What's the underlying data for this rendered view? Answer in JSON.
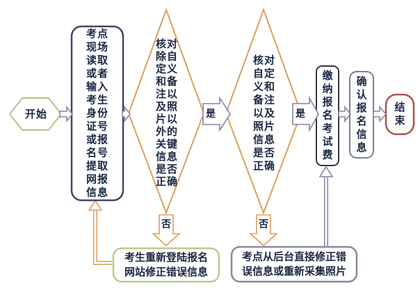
{
  "diagram": {
    "description": "Exam registration information confirmation flowchart",
    "nodes": {
      "start": {
        "label": "开始",
        "shape": "hexagon",
        "border_color": "#b9c48b"
      },
      "read_info": {
        "label": "考点现场读取或者输入考生身份证号或报名号提取网报信息",
        "shape": "rounded-rect",
        "border_color": "#4a4266"
      },
      "check_key": {
        "label": "核对除自定义和备注以及照片以外的关键信息是否正确",
        "shape": "diamond",
        "border_color": "#dd9e5e"
      },
      "check_custom": {
        "label": "核对自定义和备注以及照片信息是否正确",
        "shape": "diamond",
        "border_color": "#dd9e5e"
      },
      "pay_fee": {
        "label": "缴纳报名考试费",
        "shape": "rounded-rect",
        "border_color": "#35343f"
      },
      "confirm_info": {
        "label": "确认报名信息",
        "shape": "rounded-rect",
        "border_color": "#7d7d95"
      },
      "end": {
        "label": "结束",
        "shape": "rounded-rect",
        "border_color": "#b0504a"
      },
      "relogin_fix": {
        "label": "考生重新登陆报名网站修正错误信息",
        "shape": "rounded-rect",
        "border_color": "#bcc98f"
      },
      "backend_fix": {
        "label": "考点从后台直接修正错误信息或重新采集照片",
        "shape": "rounded-rect",
        "border_color": "#8888a0"
      }
    },
    "edges": {
      "yes1": {
        "label": "是",
        "from": "check_key",
        "to": "check_custom"
      },
      "yes2": {
        "label": "是",
        "from": "check_custom",
        "to": "pay_fee"
      },
      "no1": {
        "label": "否",
        "from": "check_key",
        "to": "relogin_fix"
      },
      "no2": {
        "label": "否",
        "from": "check_custom",
        "to": "backend_fix"
      }
    },
    "colors": {
      "connector_purple": "#8781a3",
      "connector_orange": "#dd9e5e",
      "text": "#1c2744",
      "background": "#ffffff"
    }
  }
}
